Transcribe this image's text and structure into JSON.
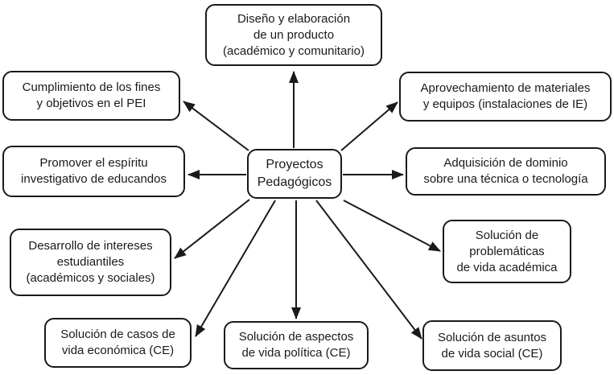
{
  "diagram": {
    "title": "Proyectos Pedagógicos concept map",
    "center": {
      "id": "proyectos-pedagogicos",
      "label": "Proyectos\nPedagógicos"
    },
    "nodes": [
      {
        "id": "diseno-producto",
        "label": "Diseño y elaboración\nde un producto\n(académico y comunitario)"
      },
      {
        "id": "cumplimiento-pei",
        "label": "Cumplimiento de los fines\ny objetivos en el PEI"
      },
      {
        "id": "aprovechamiento-equipos",
        "label": "Aprovechamiento de materiales\ny equipos (instalaciones de IE)"
      },
      {
        "id": "espiritu-investigativo",
        "label": "Promover el espíritu\ninvestigativo de educandos"
      },
      {
        "id": "adquisicion-dominio",
        "label": "Adquisición de dominio\nsobre una técnica o tecnología"
      },
      {
        "id": "desarrollo-intereses",
        "label": "Desarrollo de intereses\nestudiantiles\n(académicos y sociales)"
      },
      {
        "id": "solucion-problematicas",
        "label": "Solución de\nproblemáticas\nde vida académica"
      },
      {
        "id": "solucion-casos",
        "label": "Solución de casos de\nvida económica (CE)"
      },
      {
        "id": "solucion-aspectos",
        "label": "Solución de aspectos\nde vida política (CE)"
      },
      {
        "id": "solucion-asuntos",
        "label": "Solución de asuntos\nde vida social (CE)"
      }
    ],
    "colors": {
      "line": "#1a1a1a",
      "box_border": "#1a1a1a",
      "box_fill": "#ffffff",
      "text": "#1a1a1a"
    }
  }
}
